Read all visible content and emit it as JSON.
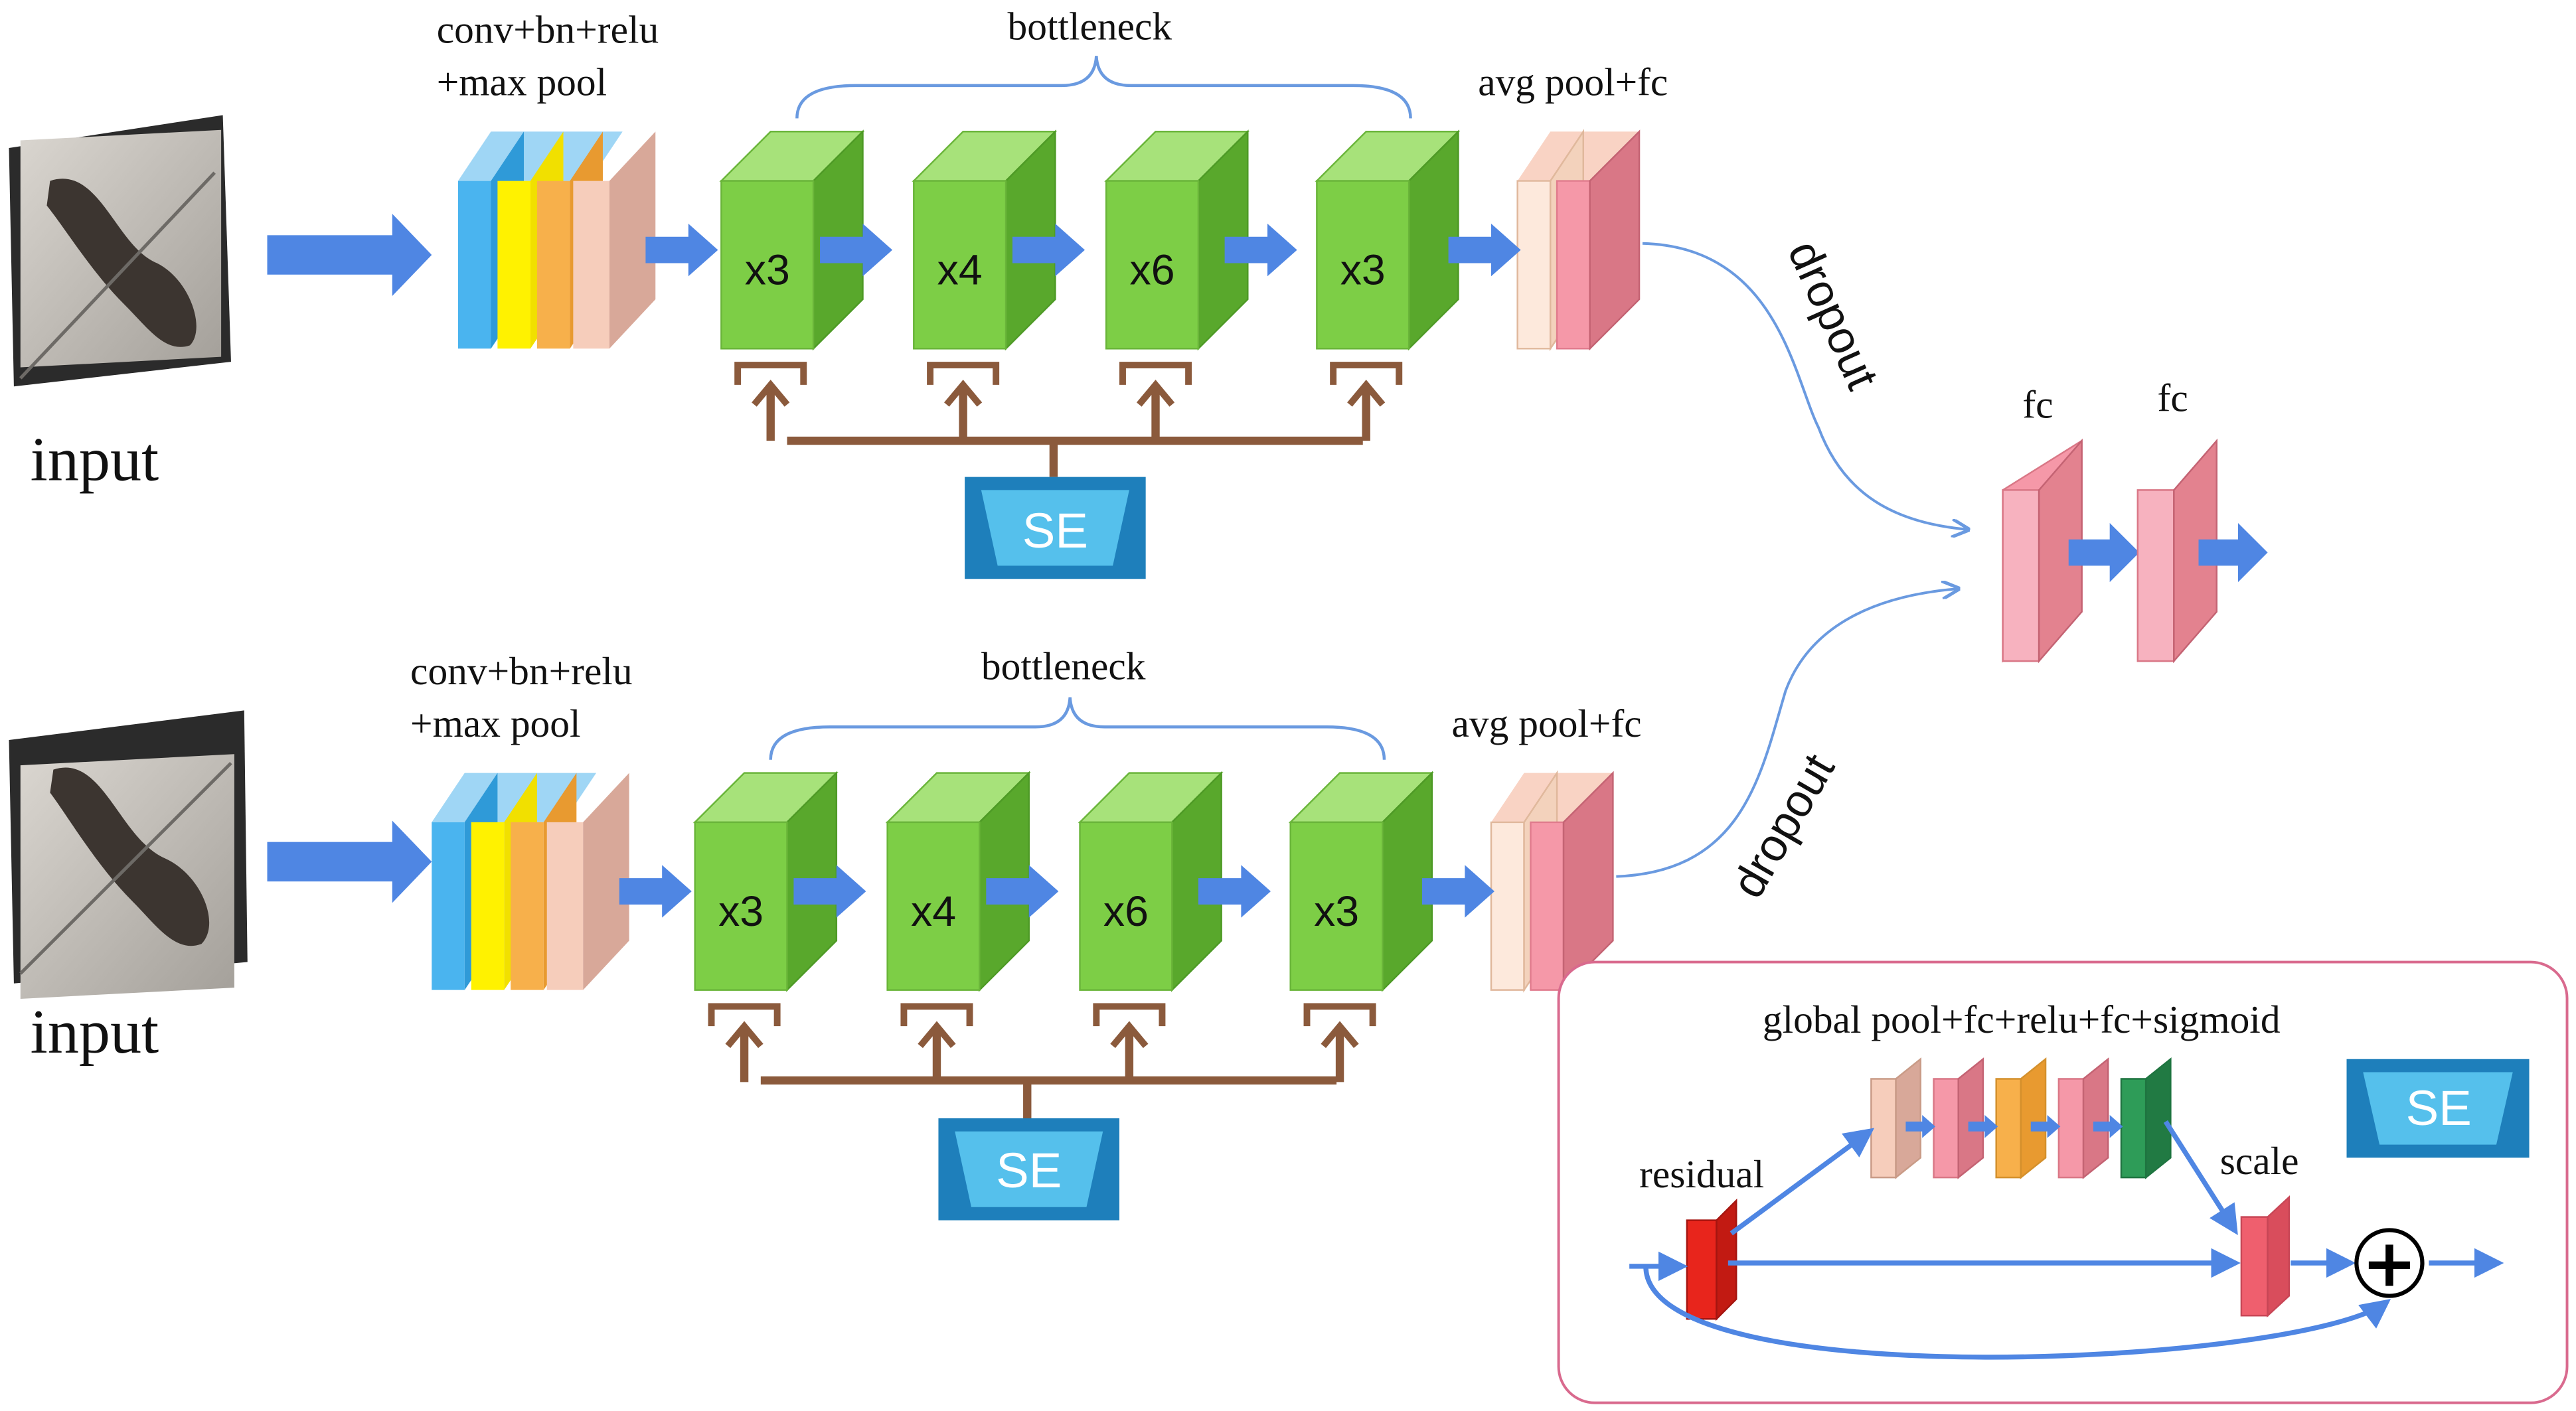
{
  "colors": {
    "arrow_blue": "#4f86e3",
    "block_green": "#7dce46",
    "block_green_side": "#59a82c",
    "block_green_top": "#a7e27a",
    "conv_blue": "#4ab4ef",
    "conv_yellow": "#fff200",
    "conv_orange": "#f7b04b",
    "conv_peach": "#f3c7b4",
    "pool_cream": "#fde9dc",
    "fc_pink": "#f598a8",
    "se_blue": "#55c0ec",
    "se_blue_dark": "#1e7fbb",
    "bracket_brown": "#8b5a3c",
    "curve_blue": "#6a9ae0",
    "inset_border": "#d96a8e",
    "residual_red": "#e8251c",
    "scale_red": "#ef5f6e",
    "sigmoid_green": "#2e9c58"
  },
  "branches": [
    {
      "input_label": "input",
      "conv_label_line1": "conv+bn+relu",
      "conv_label_line2": "+max pool",
      "bottleneck_label": "bottleneck",
      "blocks": [
        "x3",
        "x4",
        "x6",
        "x3"
      ],
      "pool_label": "avg pool+fc",
      "dropout_label": "dropout",
      "se_label": "SE"
    },
    {
      "input_label": "input",
      "conv_label_line1": "conv+bn+relu",
      "conv_label_line2": "+max pool",
      "bottleneck_label": "bottleneck",
      "blocks": [
        "x3",
        "x4",
        "x6",
        "x3"
      ],
      "pool_label": "avg pool+fc",
      "dropout_label": "dropout",
      "se_label": "SE"
    }
  ],
  "head": {
    "fc1_label": "fc",
    "fc2_label": "fc"
  },
  "se_module": {
    "title": "global pool+fc+relu+fc+sigmoid",
    "badge_label": "SE",
    "residual_label": "residual",
    "scale_label": "scale",
    "add_symbol": "+"
  }
}
